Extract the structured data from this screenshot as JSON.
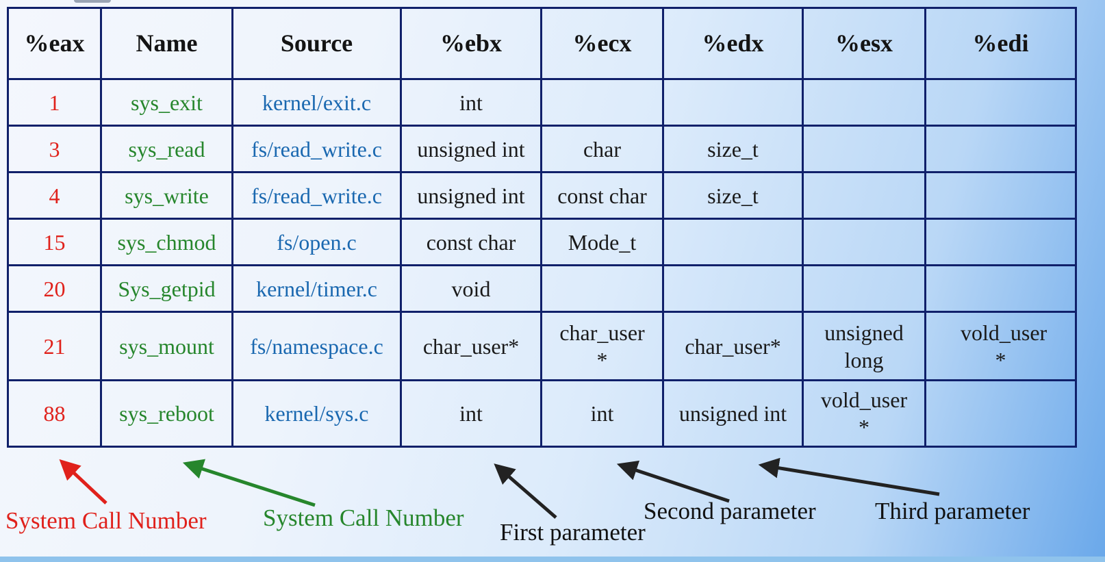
{
  "table": {
    "headers": [
      "%eax",
      "Name",
      "Source",
      "%ebx",
      "%ecx",
      "%edx",
      "%esx",
      "%edi"
    ],
    "rows": [
      {
        "eax": "1",
        "name": "sys_exit",
        "source": "kernel/exit.c",
        "ebx": "int",
        "ecx": "",
        "edx": "",
        "esx": "",
        "edi": ""
      },
      {
        "eax": "3",
        "name": "sys_read",
        "source": "fs/read_write.c",
        "ebx": "unsigned int",
        "ecx": "char",
        "edx": "size_t",
        "esx": "",
        "edi": ""
      },
      {
        "eax": "4",
        "name": "sys_write",
        "source": "fs/read_write.c",
        "ebx": "unsigned int",
        "ecx": "const char",
        "edx": "size_t",
        "esx": "",
        "edi": ""
      },
      {
        "eax": "15",
        "name": "sys_chmod",
        "source": "fs/open.c",
        "ebx": "const char",
        "ecx": "Mode_t",
        "edx": "",
        "esx": "",
        "edi": ""
      },
      {
        "eax": "20",
        "name": "Sys_getpid",
        "source": "kernel/timer.c",
        "ebx": "void",
        "ecx": "",
        "edx": "",
        "esx": "",
        "edi": ""
      },
      {
        "eax": "21",
        "name": "sys_mount",
        "source": "fs/namespace.c",
        "ebx": "char_user*",
        "ecx": "char_user *",
        "edx": "char_user*",
        "esx": "unsigned long",
        "edi": "vold_user *"
      },
      {
        "eax": "88",
        "name": "sys_reboot",
        "source": "kernel/sys.c",
        "ebx": "int",
        "ecx": "int",
        "edx": "unsigned int",
        "esx": "vold_user *",
        "edi": ""
      }
    ]
  },
  "annotations": {
    "eax_label": "System Call Number",
    "name_label": "System Call Number",
    "ebx_label": "First parameter",
    "ecx_label": "Second parameter",
    "edx_label": "Third parameter"
  },
  "colors": {
    "number": "#e0211b",
    "name": "#26862c",
    "source": "#1a68b0",
    "grid": "#10206a"
  }
}
